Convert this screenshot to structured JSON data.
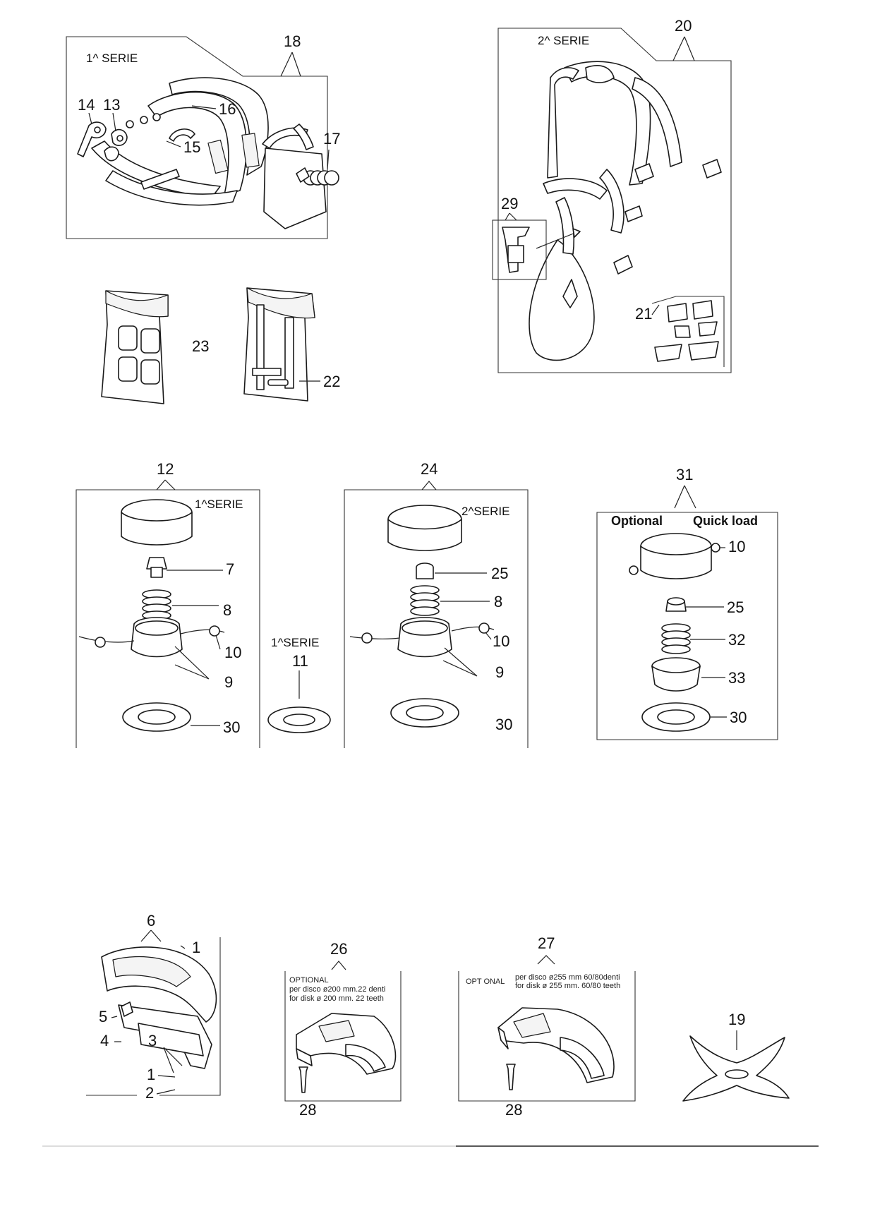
{
  "sections": {
    "harness_1": {
      "series": "1^ SERIE",
      "callouts": [
        "18",
        "14",
        "13",
        "16",
        "15",
        "17"
      ]
    },
    "harness_2": {
      "series": "2^ SERIE",
      "callouts": [
        "20",
        "29",
        "21"
      ]
    },
    "pads": {
      "callouts": [
        "23"
      ]
    },
    "tools": {
      "callouts": [
        "22"
      ]
    },
    "head_1": {
      "series": "1^SERIE",
      "callouts": [
        "12",
        "7",
        "8",
        "10",
        "9",
        "30"
      ]
    },
    "spool_11": {
      "series": "1^SERIE",
      "callouts": [
        "11"
      ]
    },
    "head_2": {
      "series": "2^SERIE",
      "callouts": [
        "24",
        "25",
        "8",
        "10",
        "9",
        "30"
      ]
    },
    "head_quick": {
      "optional": "Optional",
      "quick_load": "Quick load",
      "callouts": [
        "31",
        "10",
        "25",
        "32",
        "33",
        "30"
      ]
    },
    "guard_main": {
      "callouts": [
        "6",
        "1",
        "5",
        "4",
        "3",
        "1",
        "2"
      ]
    },
    "guard_200": {
      "title": "OPTIONAL",
      "line1": "per disco ø200 mm.22 denti",
      "line2": "for disk ø 200 mm.  22 teeth",
      "callouts": [
        "26",
        "28"
      ]
    },
    "guard_255": {
      "title": "OPT ONAL",
      "line1": "per disco ø255 mm  60/80denti",
      "line2": "for disk ø 255 mm.  60/80 teeth",
      "callouts": [
        "27",
        "28"
      ]
    },
    "blade": {
      "callouts": [
        "19"
      ]
    }
  }
}
